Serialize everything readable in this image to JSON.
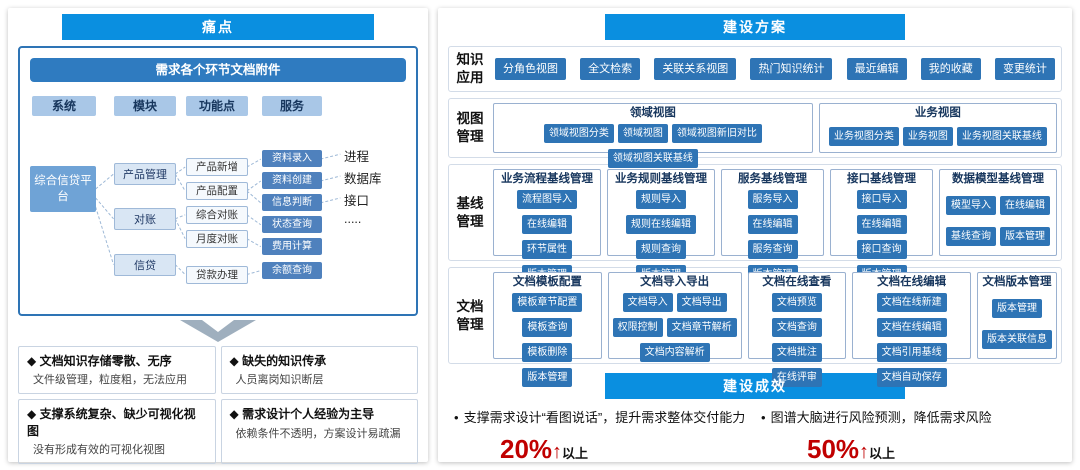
{
  "colors": {
    "header_blue": "#0a8fe0",
    "panel_blue": "#2e74b5",
    "button_blue": "#2e74b5",
    "accent_red": "#c00000"
  },
  "left": {
    "header": "痛点",
    "diagram": {
      "title": "需求各个环节文档附件",
      "col_headers": [
        "系统",
        "模块",
        "功能点",
        "服务"
      ],
      "system_node": "综合信贷平台",
      "modules": [
        "产品管理",
        "对账",
        "信贷"
      ],
      "functions": [
        "产品新增",
        "产品配置",
        "综合对账",
        "月度对账",
        "贷款办理"
      ],
      "services": [
        "资料录入",
        "资料创建",
        "信息判断",
        "状态查询",
        "费用计算",
        "余额查询"
      ],
      "runtime": [
        "进程",
        "数据库",
        "接口",
        "....."
      ]
    },
    "pain_points": [
      {
        "title": "◆ 文档知识存储零散、无序",
        "desc": "文件级管理，粒度粗，无法应用"
      },
      {
        "title": "◆ 缺失的知识传承",
        "desc": "人员离岗知识断层"
      },
      {
        "title": "◆ 支撑系统复杂、缺少可视化视图",
        "desc": "没有形成有效的可视化视图"
      },
      {
        "title": "◆ 需求设计个人经验为主导",
        "desc": "依赖条件不透明，方案设计易疏漏"
      }
    ]
  },
  "right": {
    "header": "建设方案",
    "knowledge": {
      "label": "知识应用",
      "buttons": [
        "分角色视图",
        "全文检索",
        "关联关系视图",
        "热门知识统计",
        "最近编辑",
        "我的收藏",
        "变更统计"
      ]
    },
    "views": {
      "label": "视图管理",
      "groups": [
        {
          "title": "领域视图",
          "buttons": [
            "领域视图分类",
            "领域视图",
            "领域视图新旧对比",
            "领域视图关联基线"
          ]
        },
        {
          "title": "业务视图",
          "buttons": [
            "业务视图分类",
            "业务视图",
            "业务视图关联基线"
          ]
        }
      ]
    },
    "baseline": {
      "label": "基线管理",
      "groups": [
        {
          "title": "业务流程基线管理",
          "buttons": [
            "流程图导入",
            "在线编辑",
            "环节属性",
            "版本管理"
          ]
        },
        {
          "title": "业务规则基线管理",
          "buttons": [
            "规则导入",
            "规则在线编辑",
            "规则查询",
            "版本管理"
          ]
        },
        {
          "title": "服务基线管理",
          "buttons": [
            "服务导入",
            "在线编辑",
            "服务查询",
            "版本管理"
          ]
        },
        {
          "title": "接口基线管理",
          "buttons": [
            "接口导入",
            "在线编辑",
            "接口查询",
            "版本管理"
          ]
        },
        {
          "title": "数据模型基线管理",
          "buttons": [
            "模型导入",
            "在线编辑",
            "基线查询",
            "版本管理"
          ]
        }
      ]
    },
    "docs": {
      "label": "文档管理",
      "groups": [
        {
          "title": "文档模板配置",
          "buttons": [
            "模板章节配置",
            "模板查询",
            "模板删除",
            "版本管理"
          ]
        },
        {
          "title": "文档导入导出",
          "buttons": [
            "文档导入",
            "文档导出",
            "权限控制",
            "文档章节解析",
            "文档内容解析"
          ]
        },
        {
          "title": "文档在线查看",
          "buttons": [
            "文档预览",
            "文档查询",
            "文档批注",
            "在线评审"
          ]
        },
        {
          "title": "文档在线编辑",
          "buttons": [
            "文档在线新建",
            "文档在线编辑",
            "文档引用基线",
            "文档自动保存"
          ]
        },
        {
          "title": "文档版本管理",
          "buttons": [
            "版本管理",
            "版本关联信息"
          ]
        }
      ]
    },
    "results": {
      "header": "建设成效",
      "bullet": "•",
      "items": [
        {
          "text": "支撑需求设计“看图说话”，提升需求整体交付能力",
          "value": "20%",
          "arrow": "↑",
          "suffix": "以上"
        },
        {
          "text": "图谱大脑进行风险预测，降低需求风险",
          "value": "50%",
          "arrow": "↑",
          "suffix": "以上"
        }
      ]
    }
  }
}
